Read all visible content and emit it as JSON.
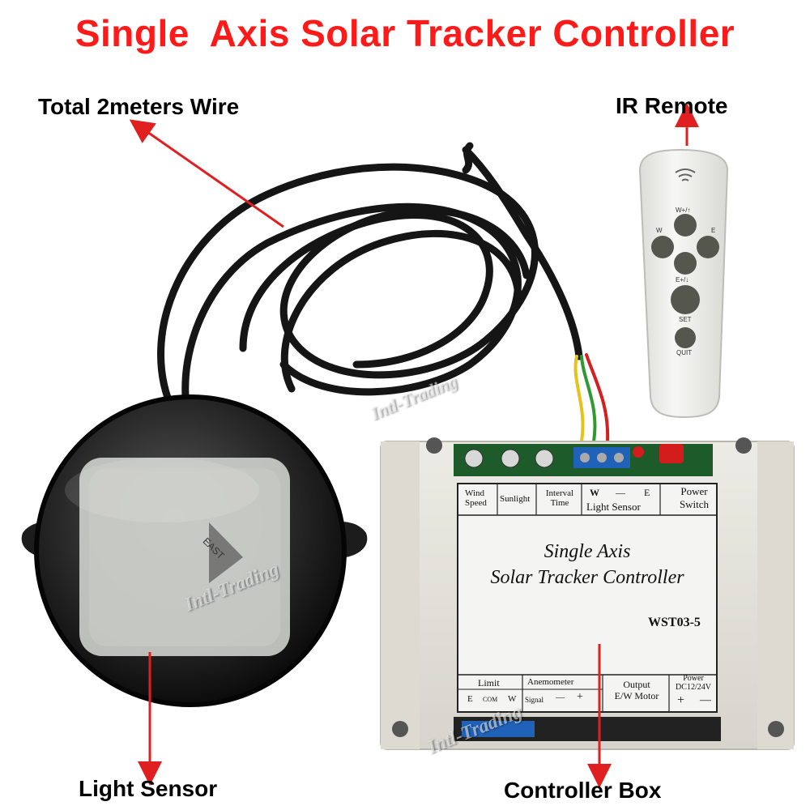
{
  "title": "Single  Axis Solar Tracker Controller",
  "callouts": {
    "wire": "Total 2meters Wire",
    "remote": "IR Remote",
    "sensor": "Light Sensor",
    "box": "Controller Box"
  },
  "remote": {
    "btn_up": "W+/↑",
    "btn_w": "W",
    "btn_e": "E",
    "btn_down": "E+/↓",
    "btn_set": "SET",
    "btn_quit": "QUIT"
  },
  "sensor": {
    "label": "EAST"
  },
  "controller": {
    "top_labels": {
      "wind_speed_1": "Wind",
      "wind_speed_2": "Speed",
      "sunlight": "Sunlight",
      "interval_1": "Interval",
      "interval_2": "Time",
      "w": "W",
      "dash": "—",
      "e": "E",
      "light_sensor": "Light Sensor",
      "power_1": "Power",
      "power_2": "Switch"
    },
    "name_line1": "Single Axis",
    "name_line2": "Solar Tracker Controller",
    "model": "WST03-5",
    "bottom_labels": {
      "limit": "Limit",
      "e": "E",
      "com": "COM",
      "w": "W",
      "anemometer": "Anemometer",
      "signal": "Signal",
      "minus": "—",
      "plus": "+",
      "output_1": "Output",
      "output_2": "E/W Motor",
      "power_1": "Power",
      "power_2": "DC12/24V",
      "p_plus": "+",
      "p_minus": "—"
    }
  },
  "watermark": "Intl-Trading",
  "colors": {
    "title": "#ff1a1a",
    "arrow": "#e02020",
    "wire": "#151515",
    "remote_body": "#f4f4f2",
    "remote_button": "#55574f",
    "box_body": "#e6e4dd",
    "sensor_body": "#1f1f1f"
  }
}
